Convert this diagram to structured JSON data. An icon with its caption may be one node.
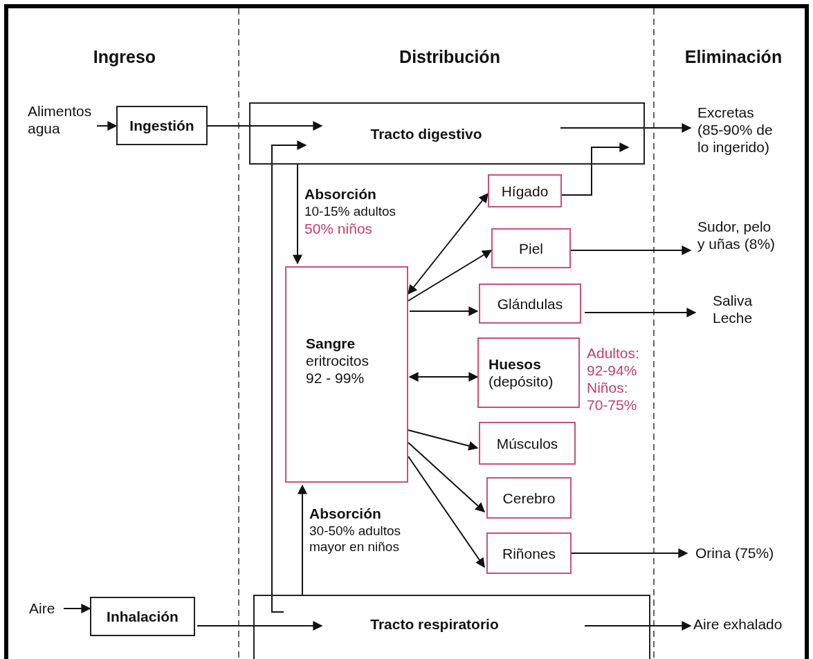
{
  "diagram": {
    "nodes": [
      {
        "text": [
          "Alimentos agua"
        ]
      },
      {
        "text": [
          "Ingestión"
        ]
      },
      {
        "text": [
          "Aire"
        ]
      },
      {
        "text": [
          "Inhalación"
        ]
      },
      {
        "text": [
          "Tracto digestivo"
        ]
      },
      {
        "text": [
          "Tracto respiratorio"
        ]
      },
      {
        "text": [
          "Sangre",
          "eritrocitos 92 - 99%"
        ]
      },
      {
        "text": [
          "Hígado"
        ]
      },
      {
        "text": [
          "Piel"
        ]
      },
      {
        "text": [
          "Glándulas"
        ]
      },
      {
        "text": [
          "Huesos",
          "(depósito)"
        ],
        "beside": [
          "Adultos: 92-94% Niños: 70-75%"
        ]
      },
      {
        "text": [
          "Músculos"
        ]
      },
      {
        "text": [
          "Cerebro"
        ]
      },
      {
        "text": [
          "Riñones"
        ]
      },
      {
        "text": [
          "Excretas (85-90% de lo ingerido)"
        ]
      },
      {
        "text": [
          "Sudor, pelo y uñas (8%)"
        ]
      },
      {
        "text": [
          "Saliva Leche"
        ]
      },
      {
        "text": [
          "Orina (75%)"
        ]
      },
      {
        "text": [
          "Aire exhalado"
        ]
      }
    ],
    "edges": [
      {
        "from": 0,
        "to": 1,
        "arrow": "to"
      },
      {
        "from": 1,
        "to": 4,
        "arrow": "to"
      },
      {
        "from": 4,
        "to": 6,
        "arrow": "to",
        "label": "**Absorción** 10-15% adultos"
      },
      {
        "from": 5,
        "to": 4,
        "arrow": "to"
      },
      {
        "from": 6,
        "to": 7,
        "arrow": "both"
      },
      {
        "from": 6,
        "to": 8,
        "arrow": "to"
      },
      {
        "from": 6,
        "to": 9,
        "arrow": "to"
      },
      {
        "from": 6,
        "to": 10,
        "arrow": "both"
      },
      {
        "from": 6,
        "to": 11,
        "arrow": "to"
      },
      {
        "from": 6,
        "to": 12,
        "arrow": "to"
      },
      {
        "from": 6,
        "to": 13,
        "arrow": "to"
      },
      {
        "from": 7,
        "to": 4,
        "arrow": "to"
      },
      {
        "from": 4,
        "to": 14,
        "arrow": "to"
      },
      {
        "from": 8,
        "to": 15,
        "arrow": "to"
      },
      {
        "from": 9,
        "to": 16,
        "arrow": "to"
      },
      {
        "from": 13,
        "to": 17,
        "arrow": "to"
      },
      {
        "from": 3,
        "to": 5,
        "arrow": "to"
      },
      {
        "from": 5,
        "to": 18,
        "arrow": "to"
      },
      {
        "from": 2,
        "to": 3,
        "arrow": "to"
      },
      {
        "from": 5,
        "to": 6,
        "arrow": "to",
        "label": "**Absorción** 30-50% adultos mayor en niños"
      }
    ],
    "labels": [
      "Ingreso",
      "Distribución",
      "Eliminación",
      "50% niños"
    ]
  }
}
